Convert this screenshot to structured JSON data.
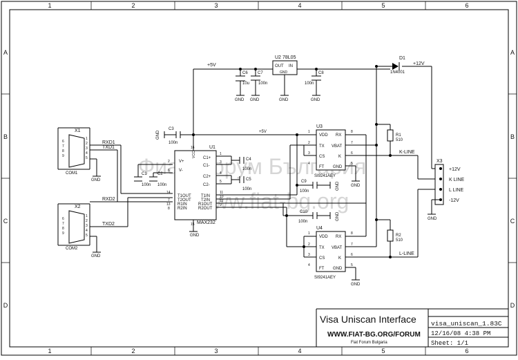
{
  "grid": {
    "columns": [
      "1",
      "2",
      "3",
      "4",
      "5",
      "6"
    ],
    "rows": [
      "A",
      "B",
      "C",
      "D"
    ]
  },
  "watermark": {
    "line1": "Фиат Форум България",
    "line2": "www.fiat-bg.org"
  },
  "title_block": {
    "title": "Visa Uniscan Interface",
    "url": "WWW.FIAT-BG.ORG/FORUM",
    "subtitle": "Fiat Forum Bulgaria",
    "filename": "visa_uniscan_1.83C",
    "date": "12/16/08  4:38 PM",
    "sheet": "Sheet: 1/1"
  },
  "components": {
    "U1": {
      "ref": "U1",
      "part": "MAX232",
      "pins_left": [
        "C1+",
        "C1-",
        "C2+",
        "C2-",
        "V+",
        "V-",
        "T1OUT",
        "T2OUT",
        "R1IN",
        "R2IN"
      ],
      "pins_right": [
        "T1IN",
        "T2IN",
        "R1OUT",
        "R2OUT"
      ],
      "vcc": "VCC",
      "gnd": "GND"
    },
    "U2": {
      "ref": "U2",
      "part": "78L05",
      "out": "OUT",
      "in": "IN",
      "gnd": "GND"
    },
    "U3": {
      "ref": "U3",
      "part": "SI9241AEY",
      "pins_left": [
        "VDD",
        "TX",
        "CS",
        "FT"
      ],
      "pins_right": [
        "RX",
        "VBAT",
        "K",
        "GND"
      ]
    },
    "U4": {
      "ref": "U4",
      "part": "SI9241AEY",
      "pins_left": [
        "VDD",
        "TX",
        "CS",
        "FT"
      ],
      "pins_right": [
        "RX",
        "VBAT",
        "K",
        "GND"
      ]
    },
    "X1": {
      "ref": "X1",
      "name": "COM1"
    },
    "X2": {
      "ref": "X2",
      "name": "COM2"
    },
    "X3": {
      "ref": "X3",
      "pins": [
        "+12V",
        "K LINE",
        "L LINE",
        "-12V"
      ]
    },
    "D1": {
      "ref": "D1",
      "part": "1N4001"
    },
    "R1": {
      "ref": "R1",
      "value": "510"
    },
    "R2": {
      "ref": "R2",
      "value": "510"
    },
    "C1": {
      "ref": "C1",
      "value": "100n"
    },
    "C2": {
      "ref": "C2",
      "value": "100n"
    },
    "C3": {
      "ref": "C3",
      "value": "100n"
    },
    "C4": {
      "ref": "C4",
      "value": "100n"
    },
    "C5": {
      "ref": "C5",
      "value": "100n"
    },
    "C6": {
      "ref": "C6",
      "value": "10u"
    },
    "C7": {
      "ref": "C7",
      "value": "100n"
    },
    "C8": {
      "ref": "C8",
      "value": "100n"
    },
    "C9": {
      "ref": "C9",
      "value": "100n"
    },
    "C10": {
      "ref": "C10",
      "value": "100n"
    }
  },
  "nets": {
    "plus5": "+5V",
    "plus12": "+12V",
    "gnd": "GND",
    "rxd1": "RXD1",
    "txd1": "TXD1",
    "rxd2": "RXD2",
    "txd2": "TXD2",
    "kline": "K-LINE",
    "lline": "L-LINE"
  }
}
